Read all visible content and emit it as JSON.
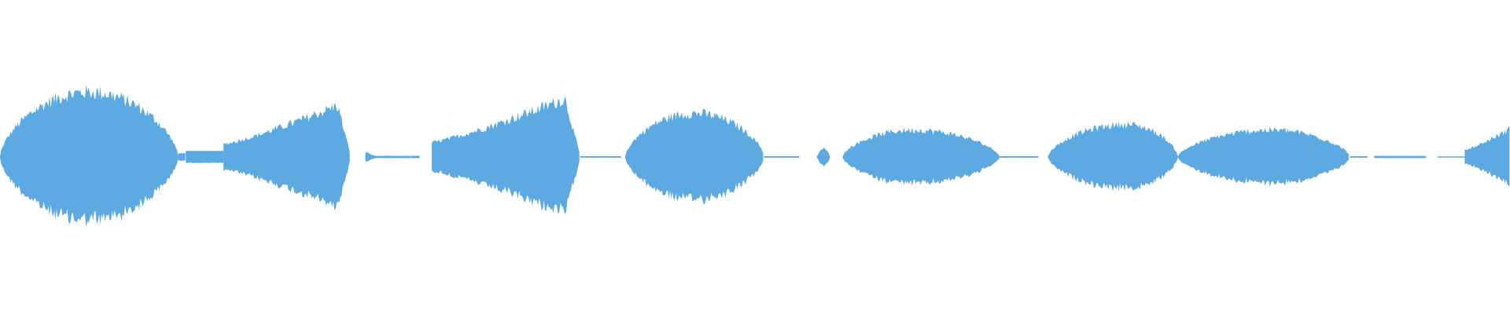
{
  "waveform": {
    "color": "#5DA9E1",
    "background": "#FFFFFF",
    "segments": [
      {
        "start": 0.0,
        "end": 0.118,
        "peak": 0.58,
        "shape": "hill",
        "peak_at": 0.5
      },
      {
        "start": 0.118,
        "end": 0.123,
        "peak": 0.05,
        "shape": "flat"
      },
      {
        "start": 0.123,
        "end": 0.148,
        "peak": 0.08,
        "shape": "flat"
      },
      {
        "start": 0.148,
        "end": 0.232,
        "peak": 0.46,
        "shape": "rise",
        "peak_at": 0.9
      },
      {
        "start": 0.242,
        "end": 0.278,
        "peak": 0.04,
        "shape": "spike-decay"
      },
      {
        "start": 0.286,
        "end": 0.384,
        "peak": 0.52,
        "shape": "rise",
        "peak_at": 0.9
      },
      {
        "start": 0.384,
        "end": 0.412,
        "peak": 0.01,
        "shape": "flat"
      },
      {
        "start": 0.414,
        "end": 0.506,
        "peak": 0.39,
        "shape": "hill",
        "peak_at": 0.5
      },
      {
        "start": 0.506,
        "end": 0.53,
        "peak": 0.01,
        "shape": "flat"
      },
      {
        "start": 0.541,
        "end": 0.55,
        "peak": 0.08,
        "shape": "blip"
      },
      {
        "start": 0.558,
        "end": 0.662,
        "peak": 0.24,
        "shape": "hill",
        "peak_at": 0.45
      },
      {
        "start": 0.662,
        "end": 0.688,
        "peak": 0.01,
        "shape": "flat"
      },
      {
        "start": 0.694,
        "end": 0.78,
        "peak": 0.29,
        "shape": "hill",
        "peak_at": 0.6
      },
      {
        "start": 0.78,
        "end": 0.894,
        "peak": 0.24,
        "shape": "hill",
        "peak_at": 0.55
      },
      {
        "start": 0.894,
        "end": 0.906,
        "peak": 0.01,
        "shape": "flat"
      },
      {
        "start": 0.91,
        "end": 0.945,
        "peak": 0.015,
        "shape": "flat"
      },
      {
        "start": 0.952,
        "end": 0.972,
        "peak": 0.005,
        "shape": "flat"
      },
      {
        "start": 0.97,
        "end": 1.0,
        "peak": 0.25,
        "shape": "rise",
        "peak_at": 1.0
      }
    ]
  }
}
